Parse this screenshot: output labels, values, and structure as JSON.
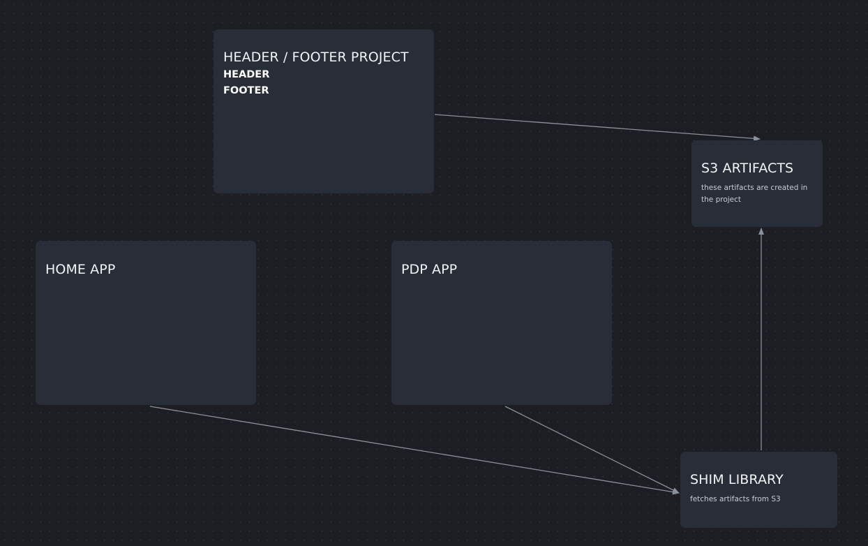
{
  "nodes": {
    "header_footer": {
      "title": "HEADER / FOOTER PROJECT",
      "items": [
        "HEADER",
        "FOOTER"
      ]
    },
    "s3_artifacts": {
      "title": "S3 ARTIFACTS",
      "description": "these artifacts are created in the project"
    },
    "home_app": {
      "title": "HOME APP"
    },
    "pdp_app": {
      "title": "PDP APP"
    },
    "shim_library": {
      "title": "SHIM LIBRARY",
      "description": "fetches artifacts from S3"
    }
  },
  "edges": [
    {
      "from": "header_footer",
      "to": "s3_artifacts"
    },
    {
      "from": "home_app",
      "to": "shim_library"
    },
    {
      "from": "pdp_app",
      "to": "shim_library"
    },
    {
      "from": "shim_library",
      "to": "s3_artifacts"
    }
  ],
  "colors": {
    "background": "#1c1e23",
    "node_fill": "#282d37",
    "edge": "#8b919c",
    "text": "#f2f3f5"
  }
}
